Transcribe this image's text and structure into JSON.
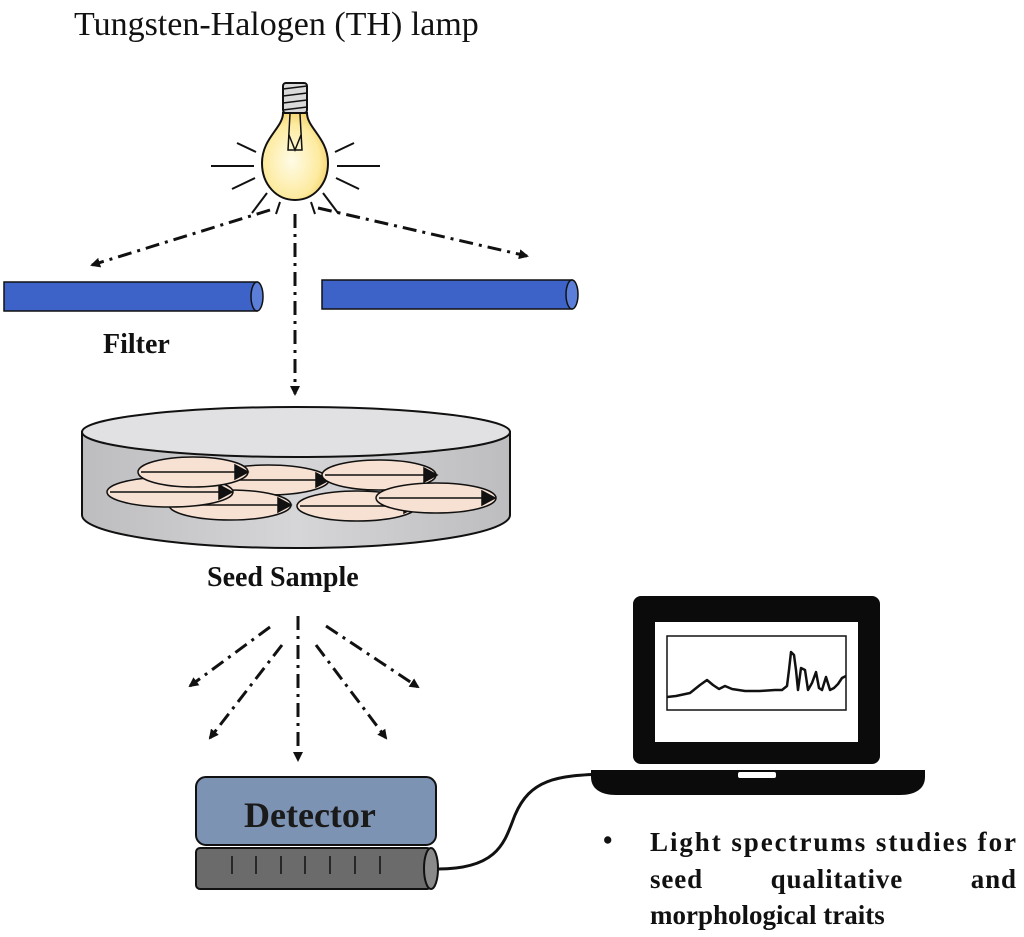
{
  "lamp": {
    "title": "Tungsten-Halogen (TH) lamp"
  },
  "filter": {
    "label": "Filter"
  },
  "sample": {
    "label": "Seed Sample"
  },
  "detector": {
    "label": "Detector"
  },
  "note": {
    "bullet": "•",
    "lines": [
      "Light spectrums studies for",
      "seed qualitative and",
      "morphological traits"
    ]
  },
  "colors": {
    "filter_blue": "#3d63c9",
    "dish_gray": "#cfcfd1",
    "seed_fill": "#f7e1d3",
    "detector_top": "#7d93b3",
    "detector_bottom": "#6b6b6b",
    "bulb_yellow": "#fdeba0"
  }
}
